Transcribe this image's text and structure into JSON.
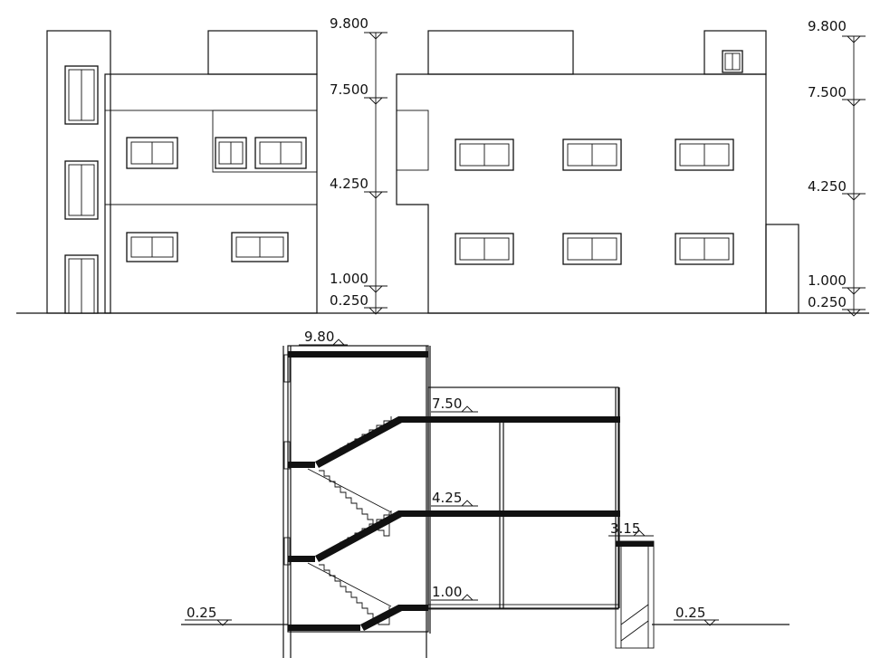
{
  "drawing": {
    "elevation_1": {
      "levels": [
        {
          "id": "l9800",
          "label": "9.800"
        },
        {
          "id": "l7500",
          "label": "7.500"
        },
        {
          "id": "l4250",
          "label": "4.250"
        },
        {
          "id": "l1000",
          "label": "1.000"
        },
        {
          "id": "l0250",
          "label": "0.250"
        }
      ]
    },
    "elevation_2": {
      "levels": [
        {
          "id": "l9800",
          "label": "9.800"
        },
        {
          "id": "l7500",
          "label": "7.500"
        },
        {
          "id": "l4250",
          "label": "4.250"
        },
        {
          "id": "l1000",
          "label": "1.000"
        },
        {
          "id": "l0250",
          "label": "0.250"
        }
      ]
    },
    "section": {
      "levels": [
        {
          "id": "s980",
          "label": "9.80"
        },
        {
          "id": "s750",
          "label": "7.50"
        },
        {
          "id": "s425",
          "label": "4.25"
        },
        {
          "id": "s315",
          "label": "3.15"
        },
        {
          "id": "s100",
          "label": "1.00"
        },
        {
          "id": "s025a",
          "label": "0.25"
        },
        {
          "id": "s025b",
          "label": "0.25"
        }
      ]
    },
    "colors": {
      "ink": "#111111",
      "paper": "#ffffff"
    }
  }
}
